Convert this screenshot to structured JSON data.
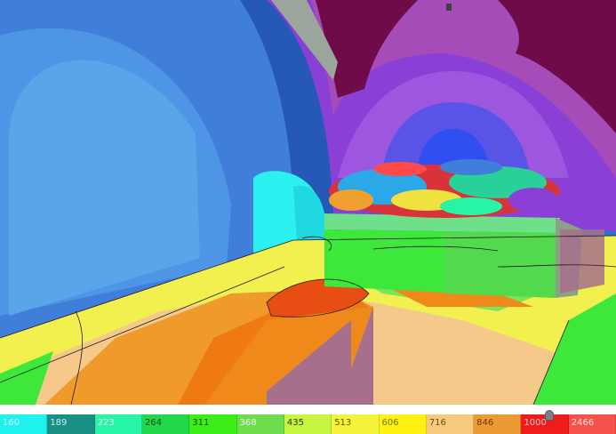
{
  "legend": {
    "values": [
      "160",
      "189",
      "223",
      "264",
      "311",
      "368",
      "435",
      "513",
      "606",
      "716",
      "846",
      "1000",
      "2466"
    ],
    "colors": [
      "#1ff1ef",
      "#1a8f83",
      "#25f5a4",
      "#22d84a",
      "#3cee18",
      "#6fdc4d",
      "#c7f542",
      "#f4f23a",
      "#fff212",
      "#f6c97c",
      "#ee9a34",
      "#ef1c1c",
      "#f6524a"
    ],
    "text_colors": [
      "#c9ffff",
      "#b8f4ee",
      "#e8fff5",
      "#0d4a16",
      "#184f0f",
      "#e8ffe8",
      "#2b3a07",
      "#5c5600",
      "#7d6f00",
      "#6b4a12",
      "#6b3a00",
      "#f6c6c6",
      "#ffe1df"
    ],
    "selected_index": 11
  },
  "scene": {
    "colors": {
      "deep_blue": "#2f6fcf",
      "light_blue": "#4f95e5",
      "cyan": "#2df0f0",
      "purple": "#8a3fd6",
      "magenta": "#a54cb8",
      "maroon": "#6e0b48",
      "green": "#3ee83a",
      "yellow": "#f1f04f",
      "orange": "#ef8a1a",
      "red_orange": "#e84e14",
      "peach": "#f4c98a",
      "mauve": "#a6708c"
    }
  }
}
